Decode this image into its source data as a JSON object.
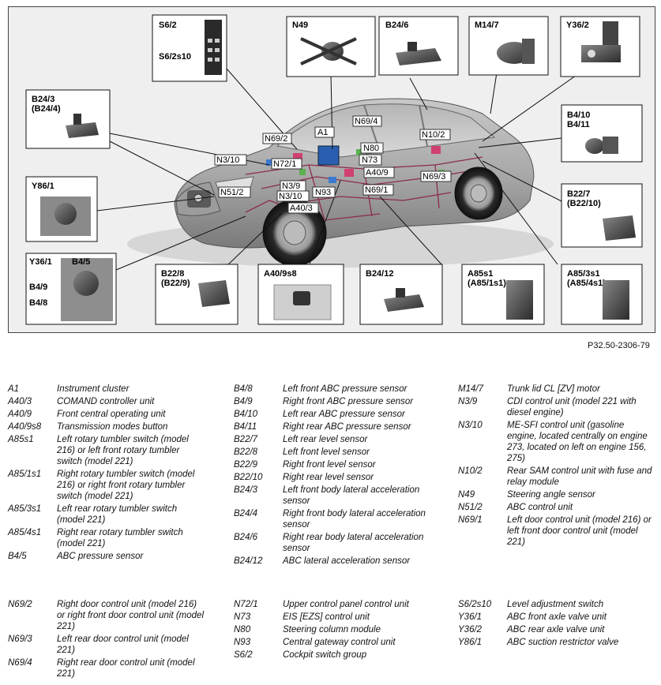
{
  "figure": {
    "reference": "P32.50-2306-79",
    "callouts": [
      {
        "id": "s62",
        "lines": [
          "S6/2",
          "S6/2s10"
        ]
      },
      {
        "id": "n49",
        "lines": [
          "N49"
        ]
      },
      {
        "id": "b246",
        "lines": [
          "B24/6"
        ]
      },
      {
        "id": "m147",
        "lines": [
          "M14/7"
        ]
      },
      {
        "id": "y362",
        "lines": [
          "Y36/2"
        ]
      },
      {
        "id": "b243",
        "lines": [
          "B24/3",
          "(B24/4)"
        ]
      },
      {
        "id": "b410",
        "lines": [
          "B4/10",
          "B4/11"
        ]
      },
      {
        "id": "y861",
        "lines": [
          "Y86/1"
        ]
      },
      {
        "id": "b227",
        "lines": [
          "B22/7",
          "(B22/10)"
        ]
      },
      {
        "id": "y361",
        "lines": [
          "Y36/1",
          "B4/5",
          "B4/9",
          "B4/8"
        ]
      },
      {
        "id": "b228",
        "lines": [
          "B22/8",
          "(B22/9)"
        ]
      },
      {
        "id": "a409s8",
        "lines": [
          "A40/9s8"
        ]
      },
      {
        "id": "b2412",
        "lines": [
          "B24/12"
        ]
      },
      {
        "id": "a85s1",
        "lines": [
          "A85s1",
          "(A85/1s1)"
        ]
      },
      {
        "id": "a853s1",
        "lines": [
          "A85/3s1",
          "(A85/4s1)"
        ]
      }
    ],
    "car_labels": [
      "A1",
      "N69/4",
      "N69/2",
      "N80",
      "N10/2",
      "N3/10",
      "N72/1",
      "N73",
      "A40/9",
      "N69/3",
      "N3/9",
      "N3/10",
      "N51/2",
      "N93",
      "N69/1",
      "A40/3"
    ]
  },
  "legend": {
    "col1": [
      {
        "code": "A1",
        "desc": "Instrument cluster"
      },
      {
        "code": "A40/3",
        "desc": "COMAND controller unit"
      },
      {
        "code": "A40/9",
        "desc": "Front central operating unit"
      },
      {
        "code": "A40/9s8",
        "desc": "Transmission modes button"
      },
      {
        "code": "A85s1",
        "desc": "Left rotary tumbler switch (model 216) or left front rotary tumbler switch (model 221)"
      },
      {
        "code": "A85/1s1",
        "desc": "Right rotary tumbler switch (model 216) or right front rotary tumbler switch (model 221)"
      },
      {
        "code": "A85/3s1",
        "desc": "Left rear rotary tumbler switch (model 221)"
      },
      {
        "code": "A85/4s1",
        "desc": "Right rear rotary tumbler switch (model 221)"
      },
      {
        "code": "B4/5",
        "desc": "ABC pressure sensor"
      }
    ],
    "col2": [
      {
        "code": "B4/8",
        "desc": "Left front ABC pressure sensor"
      },
      {
        "code": "B4/9",
        "desc": "Right front ABC pressure sensor"
      },
      {
        "code": "B4/10",
        "desc": "Left rear ABC pressure sensor"
      },
      {
        "code": "B4/11",
        "desc": "Right rear ABC pressure sensor"
      },
      {
        "code": "B22/7",
        "desc": "Left rear level sensor"
      },
      {
        "code": "B22/8",
        "desc": "Left front level sensor"
      },
      {
        "code": "B22/9",
        "desc": "Right front level sensor"
      },
      {
        "code": "B22/10",
        "desc": "Right rear level sensor"
      },
      {
        "code": "B24/3",
        "desc": "Left front body lateral acceleration sensor"
      },
      {
        "code": "B24/4",
        "desc": "Right front body lateral acceleration sensor"
      },
      {
        "code": "B24/6",
        "desc": "Right rear body lateral acceleration sensor"
      },
      {
        "code": "B24/12",
        "desc": "ABC lateral acceleration sensor"
      }
    ],
    "col3": [
      {
        "code": "M14/7",
        "desc": "Trunk lid CL [ZV] motor"
      },
      {
        "code": "N3/9",
        "desc": "CDI control unit (model 221 with diesel engine)"
      },
      {
        "code": "N3/10",
        "desc": "ME-SFI control unit (gasoline engine, located centrally on engine 273, located on left on engine 156, 275)"
      },
      {
        "code": "N10/2",
        "desc": "Rear SAM control unit with fuse and relay module"
      },
      {
        "code": "N49",
        "desc": "Steering angle sensor"
      },
      {
        "code": "N51/2",
        "desc": "ABC control unit"
      },
      {
        "code": "N69/1",
        "desc": "Left door control unit (model 216) or left front door control unit (model 221)"
      }
    ],
    "col4": [
      {
        "code": "N69/2",
        "desc": "Right door control unit (model 216) or right front door control unit (model 221)"
      },
      {
        "code": "N69/3",
        "desc": "Left rear door control unit (model 221)"
      },
      {
        "code": "N69/4",
        "desc": "Right rear door control unit (model 221)"
      }
    ],
    "col5": [
      {
        "code": "N72/1",
        "desc": "Upper control panel control unit"
      },
      {
        "code": "N73",
        "desc": "EIS [EZS] control unit"
      },
      {
        "code": "N80",
        "desc": "Steering column module"
      },
      {
        "code": "N93",
        "desc": "Central gateway control unit"
      },
      {
        "code": "S6/2",
        "desc": "Cockpit switch group"
      }
    ],
    "col6": [
      {
        "code": "S6/2s10",
        "desc": "Level adjustment switch"
      },
      {
        "code": "Y36/1",
        "desc": "ABC front axle valve unit"
      },
      {
        "code": "Y36/2",
        "desc": "ABC rear axle valve unit"
      },
      {
        "code": "Y86/1",
        "desc": "ABC suction restrictor valve"
      }
    ]
  }
}
